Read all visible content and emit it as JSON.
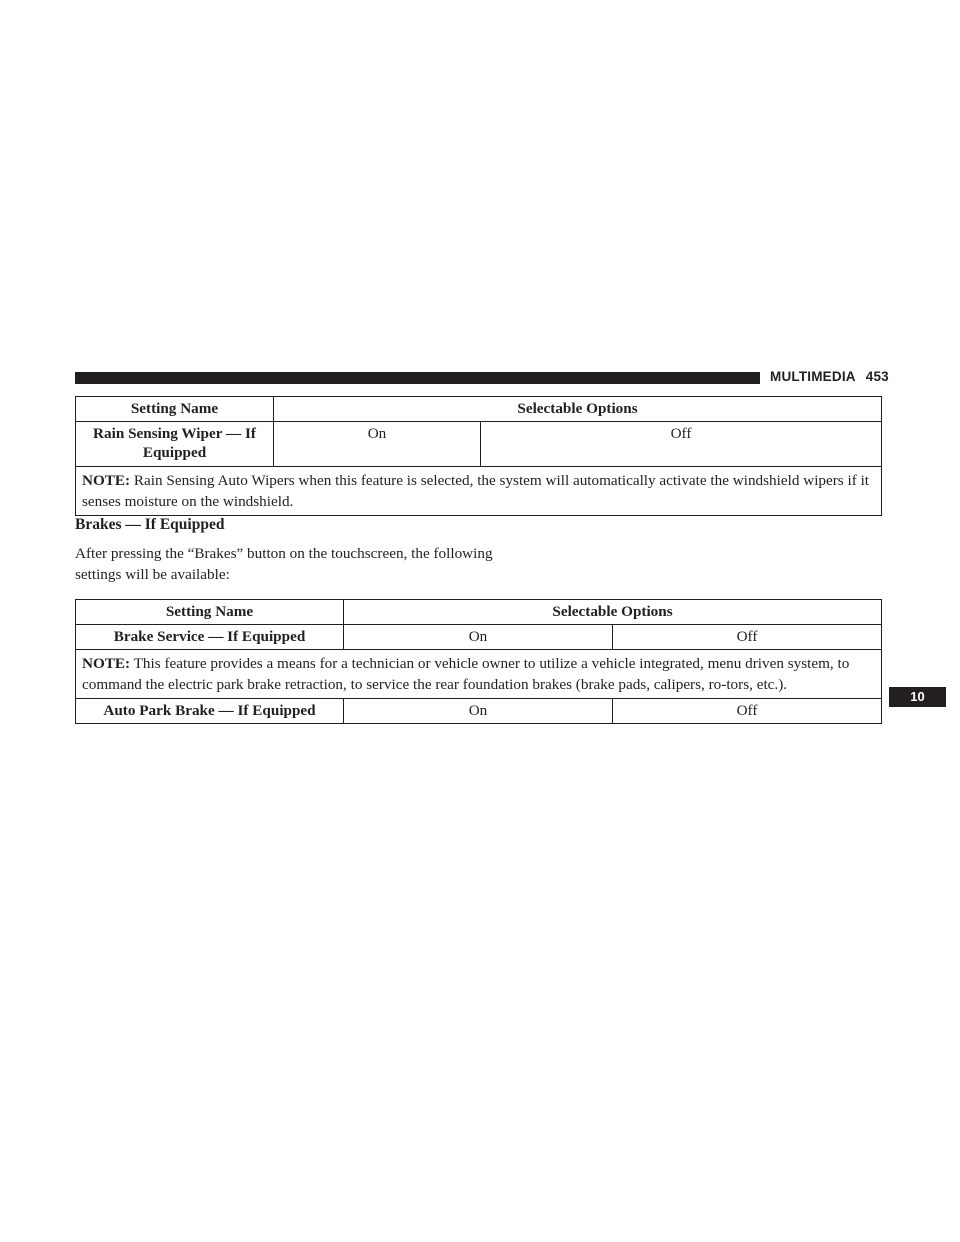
{
  "header": {
    "section": "MULTIMEDIA",
    "page_number": "453"
  },
  "table1": {
    "col_setting": "Setting Name",
    "col_options": "Selectable Options",
    "rows": [
      {
        "name": "Rain Sensing Wiper — If Equipped",
        "options": [
          "On",
          "Off"
        ],
        "note_label": "NOTE:",
        "note_text": "Rain Sensing Auto Wipers when this feature is selected, the system will automatically activate the windshield wipers if it senses moisture on the windshield."
      }
    ]
  },
  "section": {
    "heading": "Brakes — If Equipped",
    "body": "After pressing the “Brakes” button on the touchscreen, the following settings will be available:"
  },
  "table2": {
    "col_setting": "Setting Name",
    "col_options": "Selectable Options",
    "rows": [
      {
        "name": "Brake Service — If Equipped",
        "options": [
          "On",
          "Off"
        ],
        "note_label": "NOTE:",
        "note_text": "This feature provides a means for a technician or vehicle owner to utilize a vehicle integrated, menu driven system, to command the electric park brake retraction, to service the rear foundation brakes (brake pads, calipers, ro-tors, etc.)."
      },
      {
        "name": "Auto Park Brake — If Equipped",
        "options": [
          "On",
          "Off"
        ]
      }
    ]
  },
  "chapter_tab": "10"
}
